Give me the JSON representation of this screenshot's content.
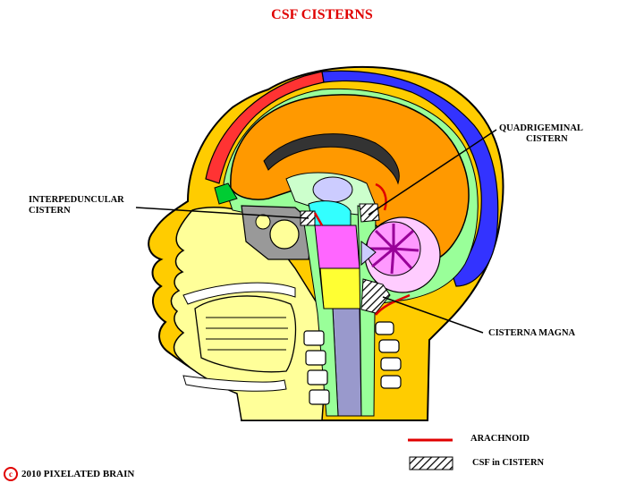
{
  "title": "CSF CISTERNS",
  "labels": {
    "quadrigeminal": [
      "QUADRIGEMINAL",
      "CISTERN"
    ],
    "interpeduncular": [
      "INTERPEDUNCULAR",
      "CISTERN"
    ],
    "cisterna_magna": "CISTERNA MAGNA"
  },
  "legend": {
    "arachnoid": "ARACHNOID",
    "csf": "CSF in CISTERN"
  },
  "copyright": {
    "symbol": "c",
    "text": "2010  PIXELATED BRAIN"
  },
  "colors": {
    "title": "#e00000",
    "skin": "#ffcc00",
    "face": "#ffff99",
    "cerebrum": "#ff9900",
    "sinus_blue": "#3333ff",
    "sinus_red": "#ff3333",
    "csf_green": "#99ff99",
    "brainstem": "#ff66ff",
    "cerebellum": "#ff99ff",
    "spinal": "#9999cc",
    "arachnoid": "#e00000"
  }
}
